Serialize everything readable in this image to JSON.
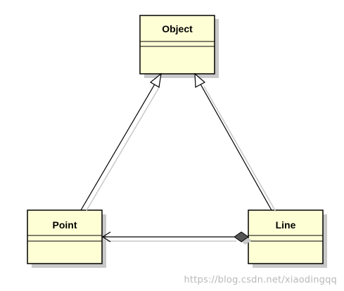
{
  "classes": [
    {
      "id": "object",
      "name": "Object"
    },
    {
      "id": "point",
      "name": "Point"
    },
    {
      "id": "line",
      "name": "Line"
    }
  ],
  "relationships": [
    {
      "type": "generalization",
      "from": "point",
      "to": "object"
    },
    {
      "type": "generalization",
      "from": "line",
      "to": "object"
    },
    {
      "type": "composition",
      "from": "line",
      "to": "point"
    }
  ],
  "watermark": "https://blog.csdn.net/xiaodingqq",
  "colors": {
    "class_fill": "#ffffd6",
    "class_border": "#000000",
    "shadow": "#c0c0c0",
    "line": "#000000",
    "diamond": "#555555",
    "watermark": "#b9b9b9"
  }
}
